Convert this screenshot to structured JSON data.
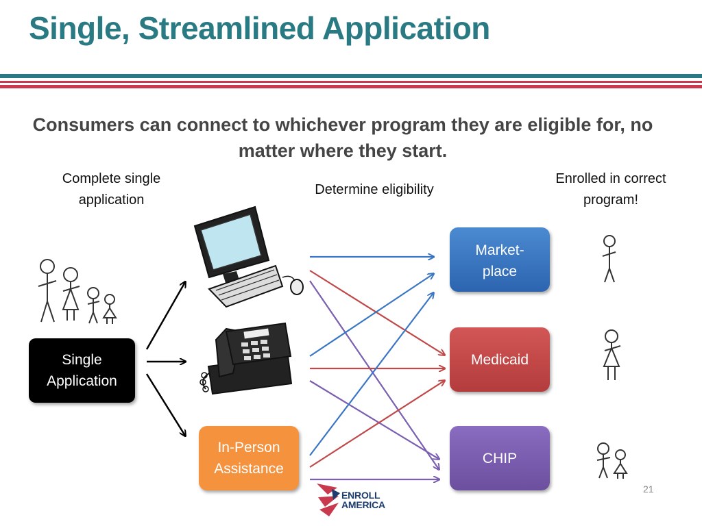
{
  "slide": {
    "title": "Single, Streamlined Application",
    "subtitle": "Consumers can connect to whichever program they are eligible for, no matter where they start.",
    "page_number": "21"
  },
  "labels": {
    "complete": "Complete single application",
    "determine": "Determine eligibility",
    "enrolled": "Enrolled in correct program!"
  },
  "boxes": {
    "single_line1": "Single",
    "single_line2": "Application",
    "inperson_line1": "In-Person",
    "inperson_line2": "Assistance",
    "market_line1": "Market-",
    "market_line2": "place",
    "medicaid": "Medicaid",
    "chip": "CHIP"
  },
  "logo": {
    "line1": "ENROLL",
    "line2": "AMERICA"
  },
  "icons": [
    "family-icon",
    "computer-icon",
    "telephone-icon",
    "person-icon",
    "woman-icon",
    "children-icon",
    "enroll-america-logo-icon"
  ],
  "colors": {
    "title": "#2a7a84",
    "rule_teal": "#2a7a84",
    "rule_red": "#c8394e",
    "marketplace": "#3a76c4",
    "medicaid": "#c04848",
    "chip": "#7b5fb0",
    "in_person": "#f5923e",
    "single_application": "#000000"
  }
}
